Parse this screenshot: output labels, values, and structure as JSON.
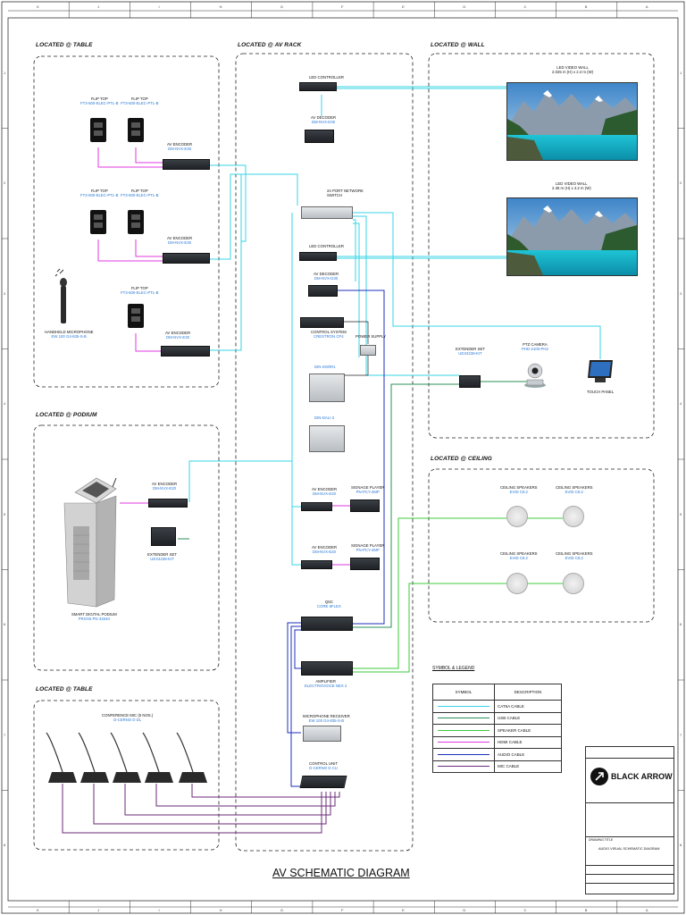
{
  "title": "AV SCHEMATIC DIAGRAM",
  "grid": {
    "columns": [
      "K",
      "J",
      "I",
      "H",
      "G",
      "F",
      "E",
      "D",
      "C",
      "B",
      "A"
    ],
    "rows": [
      "1",
      "2",
      "3",
      "4",
      "5",
      "6",
      "7",
      "8"
    ]
  },
  "zones": {
    "table_top": "LOCATED @ TABLE",
    "rack": "LOCATED @ AV RACK",
    "wall": "LOCATED @ WALL",
    "podium": "LOCATED @ PODIUM",
    "ceiling": "LOCATED @ CEILING",
    "table_bottom": "LOCATED @ TABLE"
  },
  "devices": {
    "flip1": {
      "name": "FLIP TOP",
      "model": "FT3-500-ELEC-PTL-B"
    },
    "flip2": {
      "name": "FLIP TOP",
      "model": "FT3-500-ELEC-PTL-B"
    },
    "flip3": {
      "name": "FLIP TOP",
      "model": "FT3-500-ELEC-PTL-B"
    },
    "flip4": {
      "name": "FLIP TOP",
      "model": "FT3-500-ELEC-PTL-B"
    },
    "flip5": {
      "name": "FLIP TOP",
      "model": "FT3-500-ELEC-PTL-B"
    },
    "enc1": {
      "name": "AV ENCODER",
      "model": "DM-NVX-E30"
    },
    "enc2": {
      "name": "AV ENCODER",
      "model": "DM-NVX-E30"
    },
    "enc3": {
      "name": "AV ENCODER",
      "model": "DM-NVX-E30"
    },
    "hhmic": {
      "name": "HANDHELD MICROPHONE",
      "model": "EW 100 G4-835-S-B"
    },
    "ledc1": {
      "name": "LED CONTROLLER",
      "model": ""
    },
    "dec1": {
      "name": "AV DECODER",
      "model": "DM-NVX-D30"
    },
    "switch": {
      "name": "24 PORT NETWORK SWITCH",
      "model": ""
    },
    "ledc2": {
      "name": "LED CONTROLLER",
      "model": ""
    },
    "dec2": {
      "name": "AV DECODER",
      "model": "DM-NVX-D30"
    },
    "cs": {
      "name": "CONTROL SYSTEM",
      "model": "CRESTRON CP4"
    },
    "psu": {
      "name": "POWER SUPPLY",
      "model": ""
    },
    "dinb1": {
      "name": "",
      "model": "DIN-IO8/IR1"
    },
    "dinb2": {
      "name": "",
      "model": "DIN-DALI-2"
    },
    "penc1": {
      "name": "AV ENCODER",
      "model": "DM-NVX-E20"
    },
    "sig1": {
      "name": "SIGNAGE PLAYER",
      "model": "PN-PCY-4MP"
    },
    "penc2": {
      "name": "AV ENCODER",
      "model": "DM-NVX-E20"
    },
    "sig2": {
      "name": "SIGNAGE PLAYER",
      "model": "PN-PCY-4MP"
    },
    "qsc": {
      "name": "QSC",
      "model": "CORE 8FLEX"
    },
    "amp": {
      "name": "AMPLIFIER",
      "model": "ELECTROVOICE NEX 2"
    },
    "mrx": {
      "name": "MICROPHONE RECEIVER",
      "model": "EW 100 G4-835-S-B"
    },
    "cu": {
      "name": "CONTROL UNIT",
      "model": "D-CERNO D CU"
    },
    "wall1": {
      "name": "LED VIDEO WALL",
      "model": "2.025 m (H) x 2.4 m (W)"
    },
    "wall2": {
      "name": "LED VIDEO WALL",
      "model": "2.36 m (H) x 4.2 m (W)"
    },
    "ext1": {
      "name": "EXTENDER SET",
      "model": "UEX3238-KIT"
    },
    "ptz": {
      "name": "PTZ CAMERA",
      "model": "PHD-2100-PH2"
    },
    "tp": {
      "name": "TOUCH PANEL",
      "model": ""
    },
    "podium": {
      "name": "SMART DIGITAL PODIUM",
      "model": "PROX5 PN-32040"
    },
    "penc_pod": {
      "name": "AV ENCODER",
      "model": "DM-NVX-E20"
    },
    "ext_pod": {
      "name": "EXTENDER SET",
      "model": "UEX3238-KIT"
    },
    "spk1": {
      "name": "CEILING SPEAKERS",
      "model": "EVID C8.2"
    },
    "spk2": {
      "name": "CEILING SPEAKERS",
      "model": "EVID C8.2"
    },
    "spk3": {
      "name": "CEILING SPEAKERS",
      "model": "EVID C8.2"
    },
    "spk4": {
      "name": "CEILING SPEAKERS",
      "model": "EVID C8.2"
    },
    "conf": {
      "name": "CONFERENCE MIC (5 NOS.)",
      "model": "D-CERNO D DL"
    }
  },
  "legend": {
    "title": "SYMBOL & LEGEND",
    "col_symbol": "SYMBOL",
    "col_desc": "DESCRIPTION",
    "rows": [
      {
        "color": "#37d4e6",
        "label": "CAT6A CABLE"
      },
      {
        "color": "#2a8f5a",
        "label": "USB CABLE"
      },
      {
        "color": "#3ecb3e",
        "label": "SPEAKER CABLE"
      },
      {
        "color": "#e039e0",
        "label": "HDMI CABLE"
      },
      {
        "color": "#1d2fb8",
        "label": "AUDIO CABLE"
      },
      {
        "color": "#6b2a7a",
        "label": "MIC CABLE"
      }
    ]
  },
  "title_block": {
    "company": "BLACK ARROW",
    "drawing_title_label": "DRAWING TITLE",
    "drawing_title": "AUDIO VISUAL SCHEMATIC DIAGRAM"
  }
}
